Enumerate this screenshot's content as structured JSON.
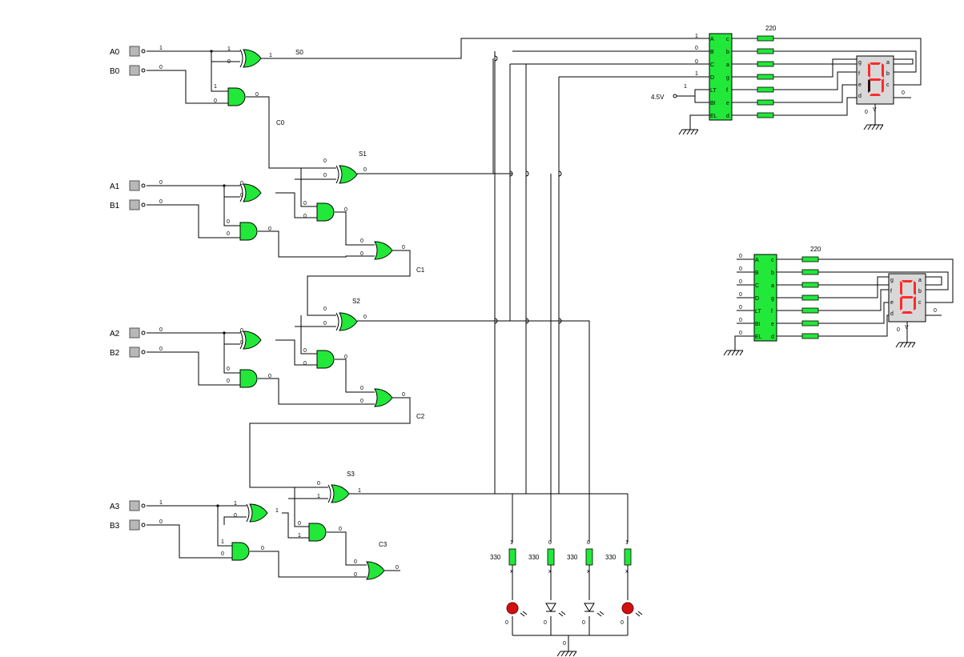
{
  "inputs": [
    {
      "name": "A0",
      "value": "1"
    },
    {
      "name": "B0",
      "value": "0"
    },
    {
      "name": "A1",
      "value": "0"
    },
    {
      "name": "B1",
      "value": "0"
    },
    {
      "name": "A2",
      "value": "0"
    },
    {
      "name": "B2",
      "value": "0"
    },
    {
      "name": "A3",
      "value": "1"
    },
    {
      "name": "B3",
      "value": "0"
    }
  ],
  "nets": {
    "s0": "S0",
    "s1": "S1",
    "s2": "S2",
    "s3": "S3",
    "c0": "C0",
    "c1": "C1",
    "c2": "C2",
    "c3": "C3"
  },
  "levels": {
    "one": "1",
    "zero": "0",
    "x": "x"
  },
  "decoder_pins_left": [
    "A",
    "B",
    "C",
    "D",
    "LT",
    "BI",
    "EL"
  ],
  "decoder_pins_right": [
    "c",
    "b",
    "a",
    "g",
    "f",
    "e",
    "d"
  ],
  "display_pins": [
    "g",
    "f",
    "e",
    "d",
    "a",
    "b",
    "c"
  ],
  "display_vcc": "V",
  "resistor_220": "220",
  "resistor_330": "330",
  "supply": "4.5V",
  "display1": {
    "digit_levels": [
      "1",
      "0",
      "0",
      "1"
    ],
    "digit": "9"
  },
  "display2": {
    "digit_levels": [
      "0",
      "0",
      "0",
      "0"
    ],
    "digit": "8"
  },
  "leds": [
    {
      "value": "1",
      "state": "on"
    },
    {
      "value": "0",
      "state": "off"
    },
    {
      "value": "0",
      "state": "off"
    },
    {
      "value": "1",
      "state": "on"
    }
  ]
}
